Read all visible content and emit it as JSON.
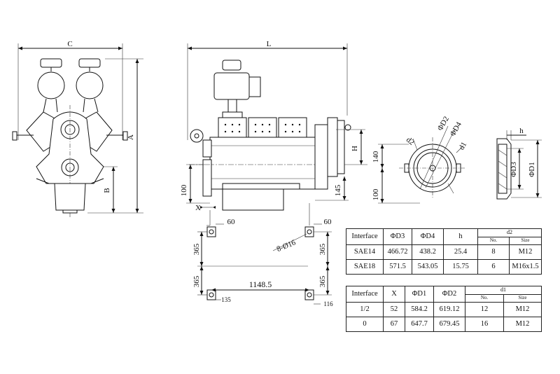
{
  "dims": {
    "c": "C",
    "l": "L",
    "a": "A",
    "b": "B",
    "h_side": "H",
    "h_side_140": "140",
    "h_side_145": "145",
    "h_side_100": "100",
    "front_100": "100",
    "x": "X",
    "w60_left": "60",
    "w60_right": "60",
    "v365_l1": "365",
    "v365_r1": "365",
    "v365_l2": "365",
    "v365_r2": "365",
    "span": "1148.5",
    "foot_135": "135",
    "foot_116": "116",
    "holes": "8-Ø16",
    "d2": "d2",
    "phiD2": "ΦD2",
    "phiD4": "ΦD4",
    "d1": "d1",
    "h": "h",
    "phiD3": "ΦD3",
    "phiD1": "ΦD1"
  },
  "table1": {
    "headers": [
      "Interface",
      "ΦD3",
      "ΦD4",
      "h",
      "d2"
    ],
    "subheaders": [
      "No.",
      "Size"
    ],
    "rows": [
      [
        "SAE14",
        "466.72",
        "438.2",
        "25.4",
        "8",
        "M12"
      ],
      [
        "SAE18",
        "571.5",
        "543.05",
        "15.75",
        "6",
        "M16x1.5"
      ]
    ]
  },
  "table2": {
    "headers": [
      "Interface",
      "X",
      "ΦD1",
      "ΦD2",
      "d1"
    ],
    "subheaders": [
      "No.",
      "Size"
    ],
    "rows": [
      [
        "1/2",
        "52",
        "584.2",
        "619.12",
        "12",
        "M12"
      ],
      [
        "0",
        "67",
        "647.7",
        "679.45",
        "16",
        "M12"
      ]
    ]
  }
}
